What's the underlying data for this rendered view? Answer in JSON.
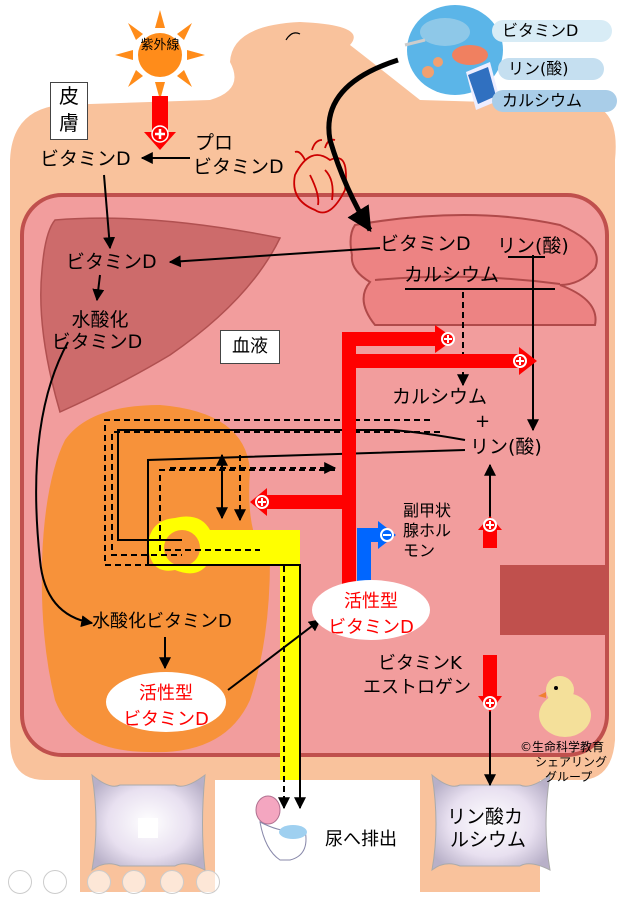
{
  "sun": {
    "label": "紫外線",
    "color": "#ff8c1a"
  },
  "skin": {
    "label": "皮膚"
  },
  "blood": {
    "label": "血液"
  },
  "food": {
    "items": [
      "ビタミンD",
      "リン(酸)",
      "カルシウム"
    ]
  },
  "skin_labels": {
    "vitamin_d": "ビタミンD",
    "pro_vitamin_d_line1": "プロ",
    "pro_vitamin_d_line2": "ビタミンD"
  },
  "liver": {
    "vitamin_d": "ビタミンD",
    "hydroxy_line1": "水酸化",
    "hydroxy_line2": "ビタミンD"
  },
  "intestine": {
    "vitamin_d": "ビタミンD",
    "phosphorus": "リン(酸)",
    "calcium": "カルシウム"
  },
  "blood_pool": {
    "calcium": "カルシウム",
    "plus": "+",
    "phosphorus": "リン(酸)"
  },
  "kidney": {
    "hydroxy_vitamin_d": "水酸化ビタミンD",
    "active_line1": "活性型",
    "active_line2": "ビタミンD"
  },
  "active_center": {
    "line1": "活性型",
    "line2": "ビタミンD"
  },
  "pth": {
    "line1": "副甲状",
    "line2": "腺ホル",
    "line3": "モン"
  },
  "bone_factors": {
    "line1": "ビタミンK",
    "line2": "エストロゲン"
  },
  "bone": {
    "line1": "リン酸カ",
    "line2": "ルシウム"
  },
  "excretion": {
    "label": "尿へ排出"
  },
  "credit": {
    "line1": "©生命科学教育",
    "line2": "シェアリング",
    "line3": "グループ"
  },
  "colors": {
    "body": "#f9c29c",
    "tissue": "#f29d9d",
    "tissue_border": "#c0504d",
    "kidney": "#f7923a",
    "urine": "#ffff00",
    "hormone_up": "#ff0000",
    "hormone_down": "#0066ff"
  }
}
